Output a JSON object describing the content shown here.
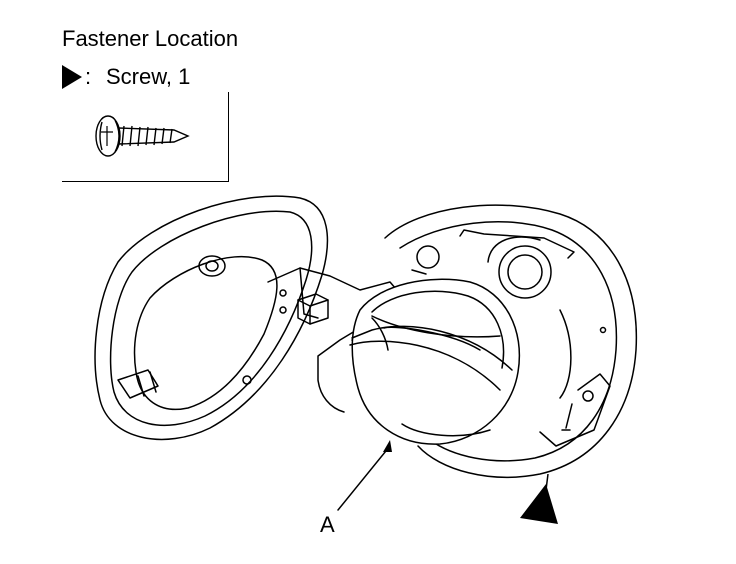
{
  "legend": {
    "title": "Fastener Location",
    "item_colon": ":",
    "item_label": "Screw, 1",
    "marker_icon": "filled-triangle-right",
    "item_icon": "screw-icon"
  },
  "drawing": {
    "parts": [
      "fuel-fill-door",
      "fuel-filler-cap",
      "filler-housing"
    ],
    "callouts": [
      {
        "label": "A"
      }
    ],
    "screw_marker_icon": "filled-triangle-up"
  },
  "colors": {
    "line": "#000000",
    "background": "#ffffff"
  }
}
